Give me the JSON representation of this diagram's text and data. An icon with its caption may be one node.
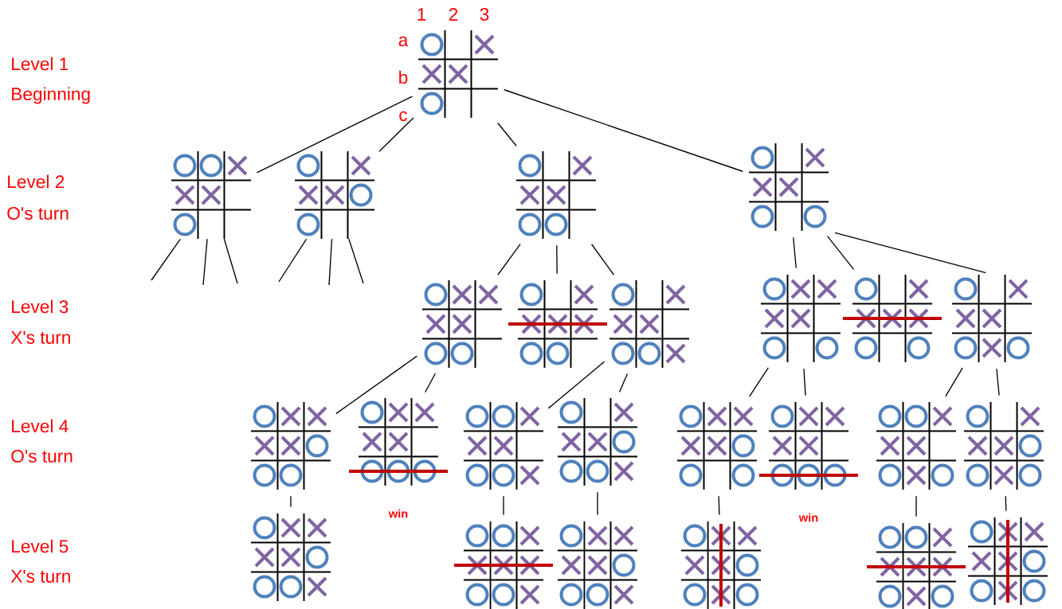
{
  "diagram": {
    "nodes": [
      {
        "text": [],
        "shape": "picture"
      },
      {
        "text": [],
        "shape": "picture"
      },
      {
        "text": [],
        "shape": "picture"
      },
      {
        "text": [],
        "shape": "picture"
      },
      {
        "text": [],
        "shape": "picture"
      },
      {
        "text": [],
        "shape": "picture"
      },
      {
        "text": [],
        "shape": "picture"
      },
      {
        "text": [],
        "shape": "picture"
      },
      {
        "text": [],
        "shape": "picture"
      },
      {
        "text": [],
        "shape": "picture"
      },
      {
        "text": [],
        "shape": "picture"
      },
      {
        "text": [],
        "shape": "picture"
      },
      {
        "text": [],
        "shape": "picture",
        "beside": [
          "win"
        ]
      },
      {
        "text": [],
        "shape": "picture"
      },
      {
        "text": [],
        "shape": "picture"
      },
      {
        "text": [],
        "shape": "picture"
      },
      {
        "text": [],
        "shape": "picture",
        "beside": [
          "win"
        ]
      },
      {
        "text": [],
        "shape": "picture"
      },
      {
        "text": [],
        "shape": "picture"
      },
      {
        "text": [],
        "shape": "picture"
      },
      {
        "text": [],
        "shape": "picture"
      },
      {
        "text": [],
        "shape": "picture"
      },
      {
        "text": [],
        "shape": "picture"
      },
      {
        "text": [],
        "shape": "picture"
      },
      {
        "text": [],
        "shape": "picture"
      }
    ],
    "edges": [
      {
        "from": 0,
        "to": 1,
        "arrow": "none"
      },
      {
        "from": 0,
        "to": 2,
        "arrow": "none"
      },
      {
        "from": 0,
        "to": 3,
        "arrow": "none"
      },
      {
        "from": 0,
        "to": 4,
        "arrow": "none"
      },
      {
        "from": 1,
        "to": null,
        "arrow": "none"
      },
      {
        "from": 1,
        "to": null,
        "arrow": "none"
      },
      {
        "from": 1,
        "to": null,
        "arrow": "none"
      },
      {
        "from": 2,
        "to": null,
        "arrow": "none"
      },
      {
        "from": 2,
        "to": null,
        "arrow": "none"
      },
      {
        "from": 2,
        "to": null,
        "arrow": "none"
      },
      {
        "from": 3,
        "to": 5,
        "arrow": "none"
      },
      {
        "from": 3,
        "to": 6,
        "arrow": "none"
      },
      {
        "from": 3,
        "to": 7,
        "arrow": "none"
      },
      {
        "from": 4,
        "to": 8,
        "arrow": "none"
      },
      {
        "from": 4,
        "to": 9,
        "arrow": "none"
      },
      {
        "from": 4,
        "to": 10,
        "arrow": "none"
      },
      {
        "from": 5,
        "to": 11,
        "arrow": "none"
      },
      {
        "from": 5,
        "to": 12,
        "arrow": "none"
      },
      {
        "from": 7,
        "to": 13,
        "arrow": "none"
      },
      {
        "from": 7,
        "to": 14,
        "arrow": "none"
      },
      {
        "from": 8,
        "to": 15,
        "arrow": "none"
      },
      {
        "from": 8,
        "to": 16,
        "arrow": "none"
      },
      {
        "from": 10,
        "to": 17,
        "arrow": "none"
      },
      {
        "from": 10,
        "to": 18,
        "arrow": "none"
      },
      {
        "from": 11,
        "to": 19,
        "arrow": "none"
      },
      {
        "from": 13,
        "to": 20,
        "arrow": "none"
      },
      {
        "from": 14,
        "to": 21,
        "arrow": "none"
      },
      {
        "from": 15,
        "to": 22,
        "arrow": "none"
      },
      {
        "from": 17,
        "to": 23,
        "arrow": "none"
      },
      {
        "from": 18,
        "to": 24,
        "arrow": "none"
      }
    ],
    "labels": [
      "1",
      "2",
      "3",
      "a",
      "b",
      "c",
      "Level 1",
      "Beginning",
      "Level 2",
      "O's turn",
      "Level 3",
      "X's turn",
      "Level 4",
      "O's turn",
      "Level 5",
      "X's turn"
    ]
  }
}
